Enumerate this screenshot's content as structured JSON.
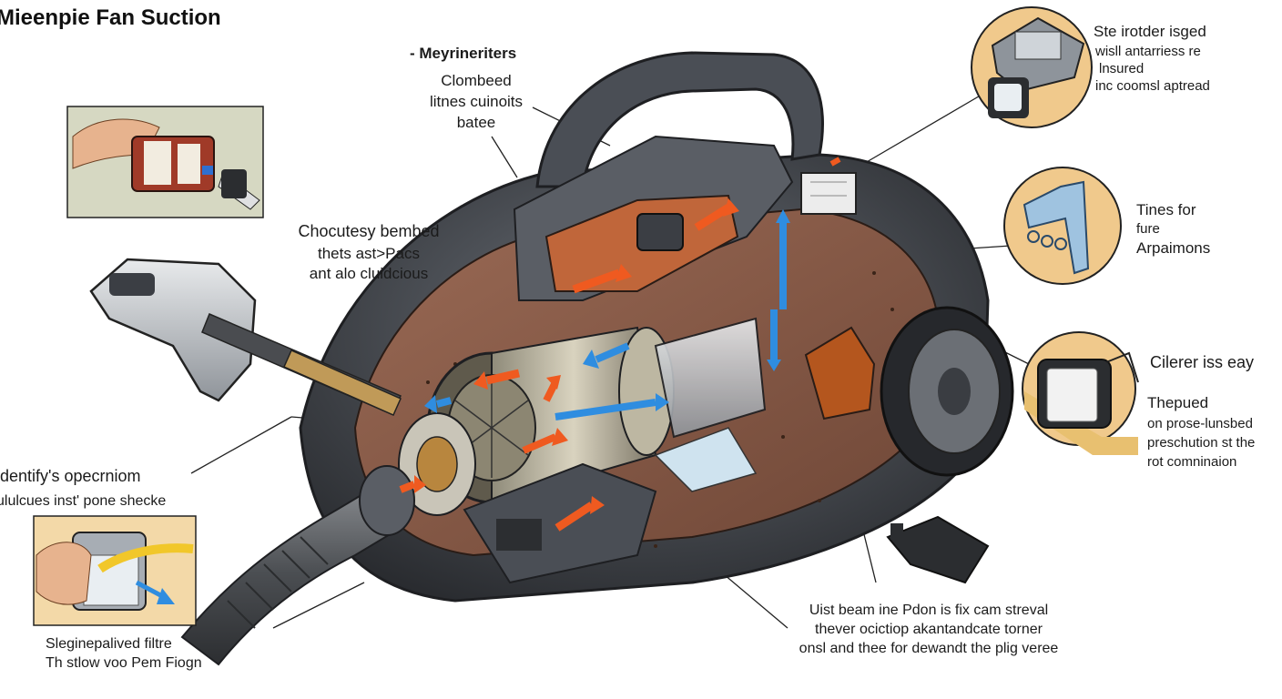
{
  "title": "Mieenpie Fan Suction",
  "callouts": {
    "top_center": {
      "heading": "- Meyrineriters",
      "lines": [
        "Clombeed",
        "litnes cuinoits",
        "batee"
      ]
    },
    "mid_left": {
      "lines": [
        "Chocutesy bembed",
        "thets ast>Pacs",
        "ant alo cluidcious"
      ]
    },
    "left_lower": {
      "heading": "ldentify's opecrniom",
      "line": "ululcues inst' pone shecke"
    },
    "filter_caption": {
      "lines": [
        "Sleginepalived filtre",
        "Th stlow voo Pem Fiogn"
      ]
    },
    "top_right": {
      "heading": "Ste irotder isged",
      "lines": [
        "wisll antarriess re",
        "lnsured",
        "inc coomsl aptread"
      ]
    },
    "right_mid": {
      "line1": "Tines for",
      "line2": "fure",
      "line3": "Arpaimons"
    },
    "right_lower": {
      "heading": "Cilerer iss eay",
      "subheading": "Thepued",
      "lines": [
        "on prose-lunsbed",
        "preschution st the",
        "rot comninaion"
      ]
    },
    "bottom_center": {
      "lines": [
        "Uist beam ine Pdon is fix cam streval",
        "thever ocictiop akantandcate torner",
        "onsl and thee for dewandt the plig veree"
      ]
    }
  },
  "colors": {
    "body_dark": "#3a3d42",
    "body_mid": "#5b5f66",
    "interior": "#8a5a48",
    "orange": "#ef5a20",
    "blue": "#2f8de0",
    "inset_bg": "#f3d9a8"
  },
  "icons": [
    "vacuum-cleaner-cutaway",
    "handle-icon",
    "wheel-icon",
    "motor-fan-icon",
    "filter-icon",
    "hose-icon",
    "airflow-arrow-icon"
  ]
}
